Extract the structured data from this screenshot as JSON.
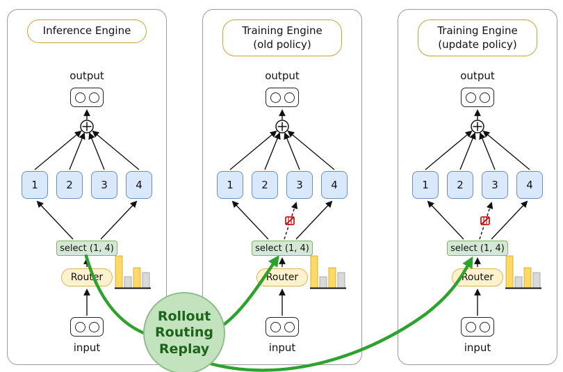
{
  "panels": [
    {
      "title_line1": "Inference Engine",
      "title_line2": "",
      "output_label": "output",
      "input_label": "input",
      "experts": [
        "1",
        "2",
        "3",
        "4"
      ],
      "select_label": "select (1, 4)",
      "router_label": "Router"
    },
    {
      "title_line1": "Training Engine",
      "title_line2": "(old policy)",
      "output_label": "output",
      "input_label": "input",
      "experts": [
        "1",
        "2",
        "3",
        "4"
      ],
      "select_label": "select (1, 4)",
      "router_label": "Router"
    },
    {
      "title_line1": "Training Engine",
      "title_line2": "(update policy)",
      "output_label": "output",
      "input_label": "input",
      "experts": [
        "1",
        "2",
        "3",
        "4"
      ],
      "select_label": "select (1, 4)",
      "router_label": "Router"
    }
  ],
  "replay_bubble": {
    "line1": "Rollout",
    "line2": "Routing",
    "line3": "Replay"
  },
  "colors": {
    "expert_fill": "#DAE8FC",
    "expert_border": "#6C8EBF",
    "select_fill": "#D5E8D4",
    "select_border": "#82B366",
    "router_fill": "#FFF2CC",
    "router_border": "#D6B656",
    "title_fill": "#FFD966",
    "replay_fill": "#C3E2BE",
    "replay_arrow_green": "#2DA32D",
    "discard_red": "#C00000",
    "bar_yellow": "#FFD966",
    "bar_gray": "#D9D9D9"
  }
}
